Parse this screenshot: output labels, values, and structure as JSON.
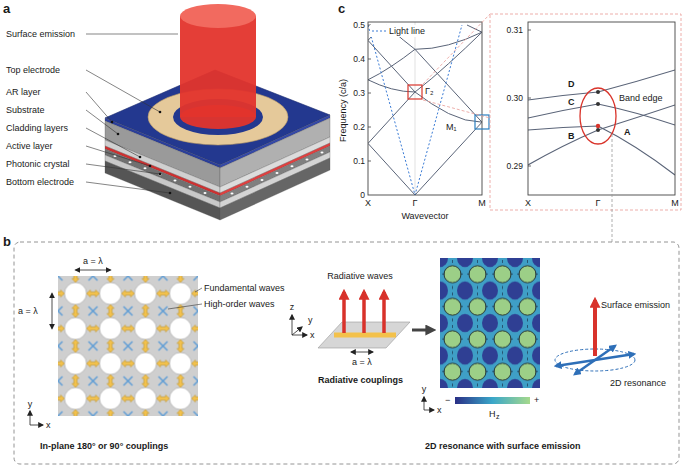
{
  "diagram": {
    "labels": [
      "a",
      "Surface emission",
      "Top electrode",
      "AR layer",
      "Substrate",
      "Cladding layers",
      "Active layer",
      "Photonic crystal",
      "Bottom electrode",
      "c",
      "Frequency (c/a)",
      "0.5",
      "0.4",
      "0.3",
      "0.2",
      "0.1",
      "0",
      "X",
      "Γ",
      "M",
      "Wavevector",
      "Γ₂",
      "M₁",
      "0.31",
      "0.30",
      "0.29",
      "X",
      "Γ",
      "M",
      "D",
      "C",
      "Band edge",
      "B",
      "A",
      "b",
      "a = λ",
      "a = λ",
      "Fundamental waves",
      "High-order waves",
      "x",
      "y",
      "In-plane 180° or 90° couplings",
      "z",
      "y",
      "x",
      "Radiative waves",
      "a = λ",
      "Radiative couplings",
      "y",
      "x",
      "−",
      "H",
      "z",
      "+",
      "2D resonance with surface emission",
      "Surface emission",
      "2D resonance"
    ],
    "legend": [
      {
        "text": "Light line"
      }
    ]
  }
}
